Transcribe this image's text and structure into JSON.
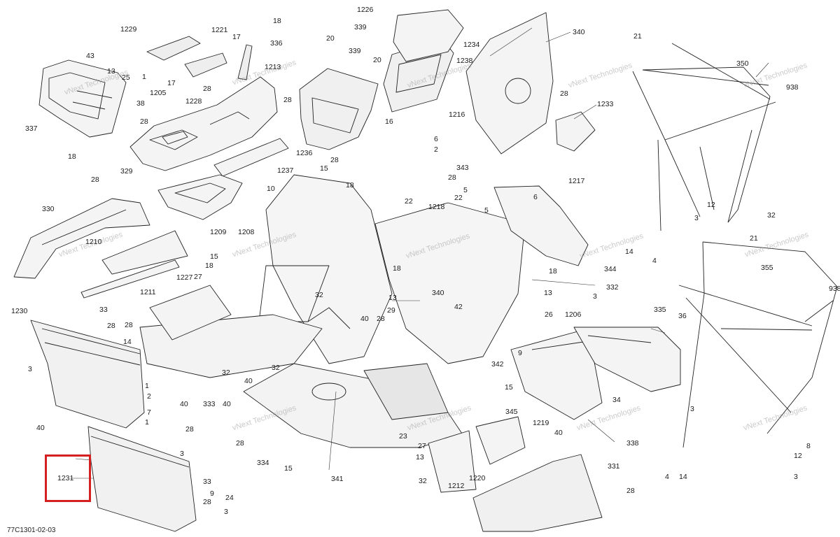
{
  "drawing_code": "77C1301-02-03",
  "watermark": "vNext Technologies",
  "highlight_color": "#d42020",
  "highlighted_part": "1231",
  "callouts": [
    "18",
    "1226",
    "339",
    "1229",
    "1221",
    "17",
    "336",
    "20",
    "339",
    "1234",
    "340",
    "21",
    "43",
    "13",
    "25",
    "1",
    "17",
    "1213",
    "20",
    "1238",
    "350",
    "938",
    "38",
    "1205",
    "28",
    "1228",
    "28",
    "16",
    "1216",
    "28",
    "1233",
    "337",
    "18",
    "28",
    "6",
    "2",
    "28",
    "15",
    "18",
    "329",
    "1236",
    "343",
    "28",
    "1237",
    "10",
    "22",
    "5",
    "1217",
    "5",
    "6",
    "330",
    "28",
    "1218",
    "22",
    "12",
    "32",
    "3",
    "1210",
    "15",
    "18",
    "21",
    "14",
    "4",
    "355",
    "1209",
    "1208",
    "18",
    "344",
    "1227",
    "27",
    "32",
    "13",
    "340",
    "332",
    "1211",
    "18",
    "13",
    "42",
    "3",
    "938",
    "33",
    "1230",
    "28",
    "28",
    "26",
    "1206",
    "335",
    "36",
    "40",
    "29",
    "28",
    "14",
    "9",
    "342",
    "32",
    "40",
    "34",
    "3",
    "3",
    "32",
    "1",
    "2",
    "7",
    "1",
    "40",
    "333",
    "40",
    "15",
    "1219",
    "40",
    "28",
    "345",
    "338",
    "28",
    "23",
    "27",
    "334",
    "13",
    "15",
    "32",
    "341",
    "1212",
    "1220",
    "331",
    "8",
    "12",
    "3",
    "40",
    "1231",
    "28",
    "3",
    "33",
    "9",
    "28",
    "24",
    "4",
    "14",
    "3"
  ]
}
